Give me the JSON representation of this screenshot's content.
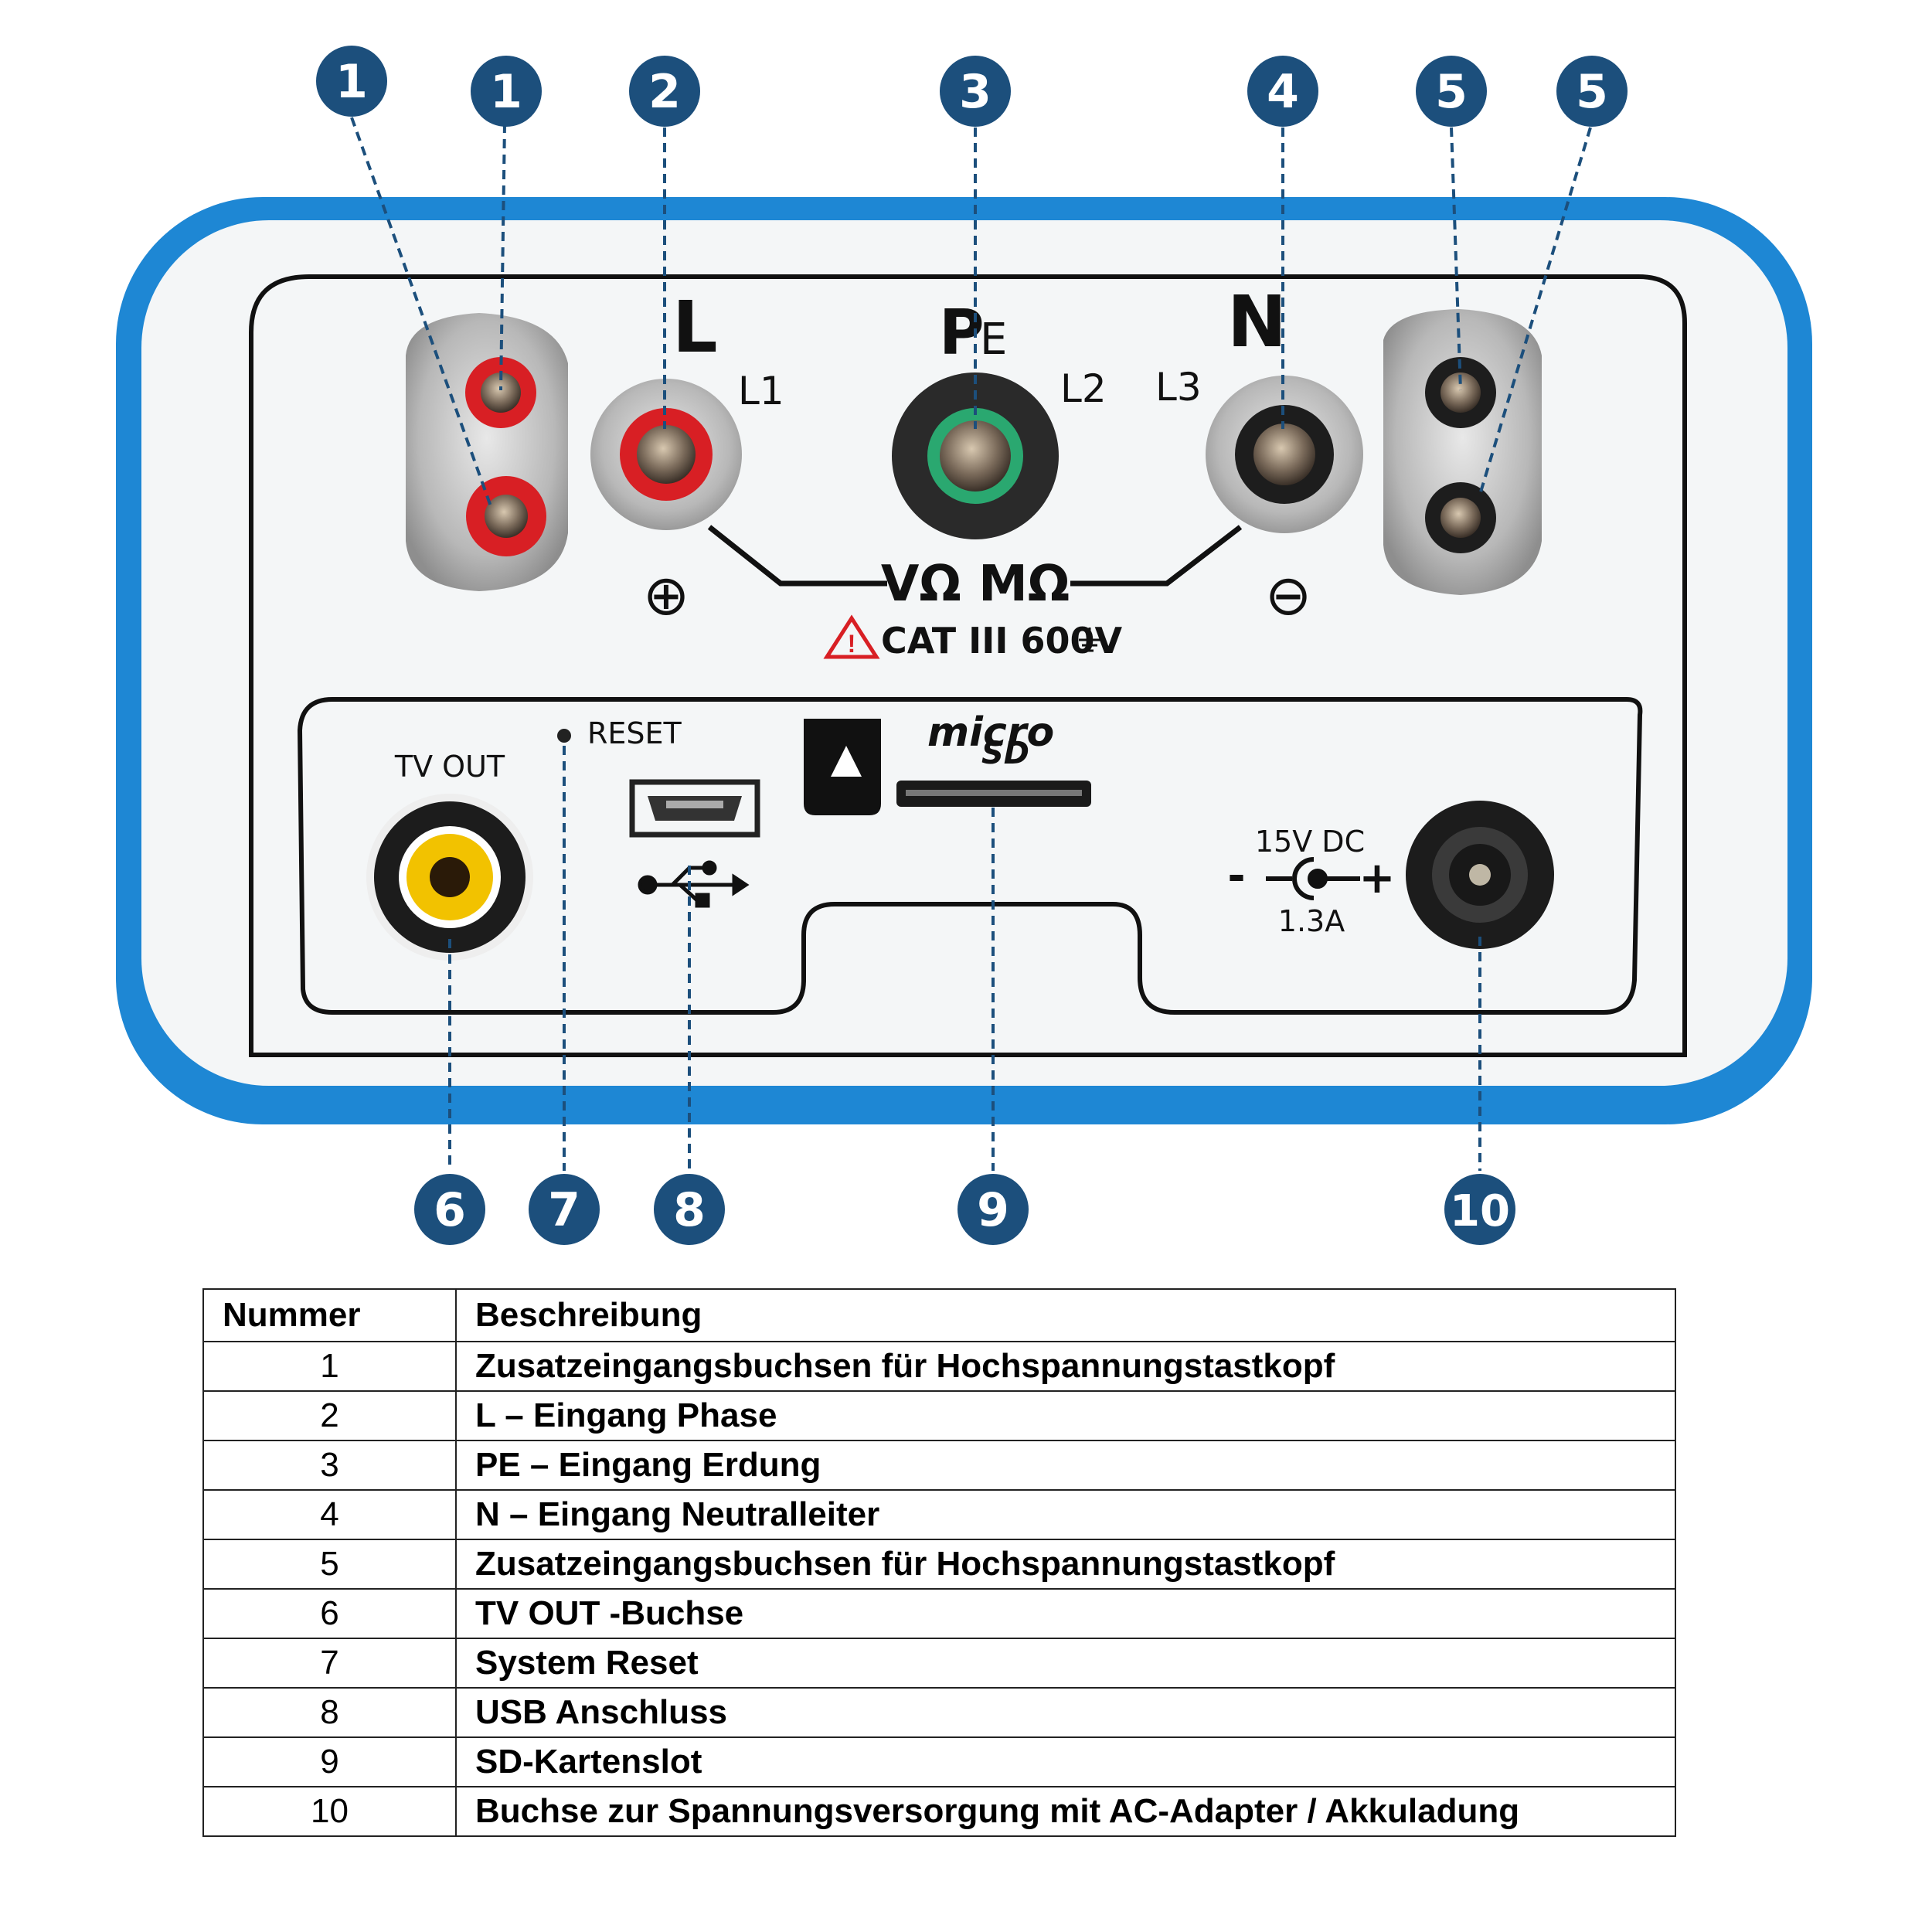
{
  "callouts": {
    "c1a": "1",
    "c1b": "1",
    "c2": "2",
    "c3": "3",
    "c4": "4",
    "c5a": "5",
    "c5b": "5",
    "c6": "6",
    "c7": "7",
    "c8": "8",
    "c9": "9",
    "c10": "10"
  },
  "terminals": {
    "L": "L",
    "L1": "L1",
    "PE_P": "P",
    "PE_E": "E",
    "L2": "L2",
    "N": "N",
    "L3": "L3",
    "function": "VΩ MΩ",
    "plus_symbol": "⊕",
    "minus_symbol": "⊖",
    "category": "CAT III 600V"
  },
  "ports": {
    "tv_out": "TV OUT",
    "reset": "RESET",
    "micro": "micro",
    "sd": "SD",
    "dc_voltage": "15V DC",
    "dc_current": "1.3A",
    "dc_minus": "-",
    "dc_plus": "+"
  },
  "colors": {
    "callout": "#1c4f7c",
    "frame": "#1e87d4",
    "jack_red": "#d81f24",
    "jack_green": "#2aa870",
    "rca_yellow": "#f2c200"
  },
  "table": {
    "headers": [
      "Nummer",
      "Beschreibung"
    ],
    "rows": [
      {
        "num": "1",
        "desc": "Zusatzeingangsbuchsen für Hochspannungstastkopf"
      },
      {
        "num": "2",
        "desc": "L – Eingang Phase"
      },
      {
        "num": "3",
        "desc": "PE – Eingang Erdung"
      },
      {
        "num": "4",
        "desc": "N – Eingang Neutralleiter"
      },
      {
        "num": "5",
        "desc": "Zusatzeingangsbuchsen für Hochspannungstastkopf"
      },
      {
        "num": "6",
        "desc": "TV OUT -Buchse"
      },
      {
        "num": "7",
        "desc": "System Reset"
      },
      {
        "num": "8",
        "desc": "USB Anschluss"
      },
      {
        "num": "9",
        "desc": "SD-Kartenslot"
      },
      {
        "num": "10",
        "desc": "Buchse zur Spannungsversorgung mit AC-Adapter / Akkuladung"
      }
    ]
  }
}
